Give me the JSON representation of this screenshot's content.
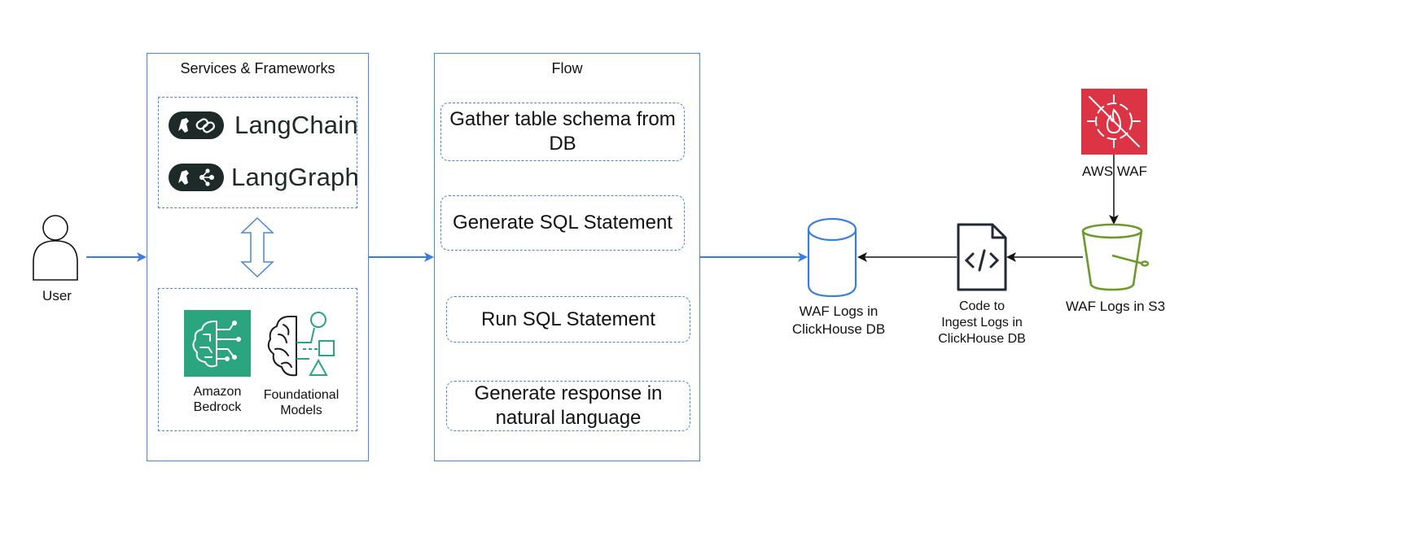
{
  "user": {
    "label": "User"
  },
  "services": {
    "title": "Services & Frameworks",
    "frameworks": [
      "LangChain",
      "LangGraph"
    ],
    "models": [
      {
        "label": "Amazon\nBedrock",
        "icon": "amazon-bedrock-icon"
      },
      {
        "label": "Foundational\nModels",
        "icon": "foundational-models-icon"
      }
    ]
  },
  "flow": {
    "title": "Flow",
    "steps": [
      "Gather table schema from DB",
      "Generate SQL Statement",
      "Run SQL Statement",
      "Generate response in natural language"
    ]
  },
  "nodes": {
    "database": "WAF Logs in\nClickHouse DB",
    "code": "Code to\nIngest Logs in\nClickHouse DB",
    "s3": "WAF Logs in S3",
    "waf": "AWS WAF"
  },
  "colors": {
    "frame": "#4a86d8",
    "arrow_blue": "#3b7ddd",
    "bedrock": "#2aa57d",
    "waf": "#dd3445",
    "bucket": "#6a9a2a",
    "brand_dark": "#1e2a28"
  }
}
